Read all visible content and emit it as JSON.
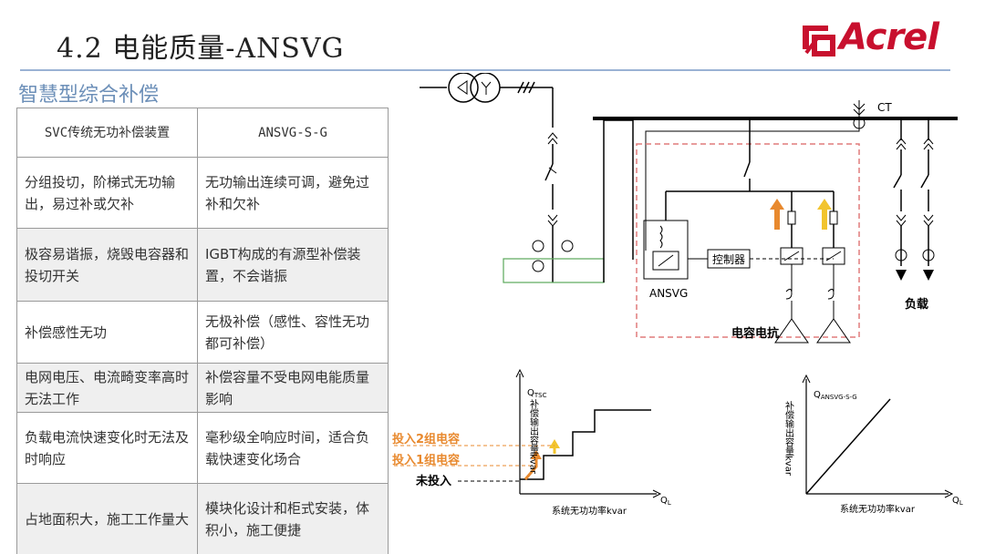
{
  "header": {
    "title": "4.2  电能质量-ANSVG",
    "logo_text": "Acrel",
    "subtitle": "智慧型综合补偿"
  },
  "table": {
    "headers": [
      "SVC传统无功补偿装置",
      "ANSVG-S-G"
    ],
    "rows": [
      [
        "分组投切，阶梯式无功输出，易过补或欠补",
        "无功输出连续可调，避免过补和欠补"
      ],
      [
        "极容易谐振，烧毁电容器和投切开关",
        "IGBT构成的有源型补偿装置，不会谐振"
      ],
      [
        "补偿感性无功",
        "无极补偿（感性、容性无功都可补偿）"
      ],
      [
        "电网电压、电流畸变率高时无法工作",
        "补偿容量不受电网电能质量影响"
      ],
      [
        "负载电流快速变化时无法及时响应",
        "毫秒级全响应时间，适合负载快速变化场合"
      ],
      [
        "占地面积大，施工工作量大",
        "模块化设计和柜式安装，体积小，施工便捷"
      ]
    ]
  },
  "diagram": {
    "ct_label": "CT",
    "controller_label": "控制器",
    "ansvg_label": "ANSVG",
    "cap_label": "电容电抗",
    "load_label": "负载"
  },
  "graph1": {
    "y_axis_label": "补偿输出容量kvar",
    "y_axis_title": "Q",
    "y_axis_sub": "TSC",
    "x_axis_title": "Q",
    "x_axis_sub": "L",
    "x_label": "系统无功功率kvar",
    "ann_2": "投入2组电容",
    "ann_1": "投入1组电容",
    "ann_0": "未投入"
  },
  "graph2": {
    "y_axis_label": "补偿输出容量kvar",
    "y_axis_title": "Q",
    "y_axis_sub": "ANSVG-S-G",
    "x_axis_title": "Q",
    "x_axis_sub": "L",
    "x_label": "系统无功功率kvar"
  },
  "colors": {
    "accent_red": "#c8102e",
    "subtitle_blue": "#6c8fb8",
    "dashed_box": "#e07b7b",
    "orange": "#e8892e",
    "yellow": "#f2c42e",
    "green_box": "#5aa85a"
  }
}
